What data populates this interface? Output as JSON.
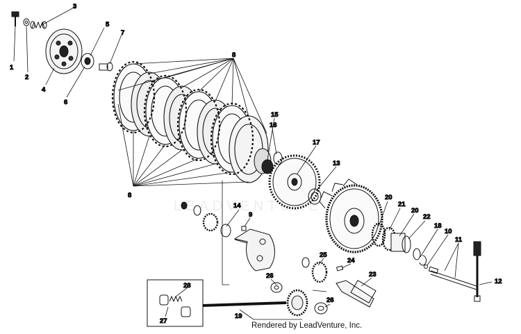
{
  "diagram": {
    "watermark": "LEADVENTURE",
    "credit": "Rendered by LeadVenture, Inc.",
    "callouts": [
      "1",
      "2",
      "3",
      "4",
      "5",
      "6",
      "7",
      "8",
      "8",
      "9",
      "10",
      "11",
      "12",
      "13",
      "14",
      "15",
      "16",
      "17",
      "18",
      "19",
      "20",
      "20",
      "21",
      "22",
      "23",
      "24",
      "25",
      "26",
      "26",
      "27",
      "28"
    ]
  }
}
